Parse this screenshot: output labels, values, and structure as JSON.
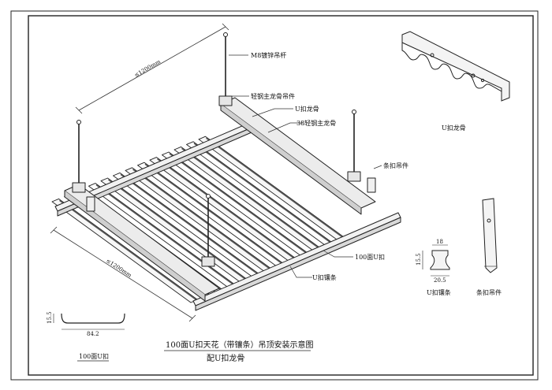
{
  "labels": {
    "rod": "M8镀锌吊杆",
    "main_hanger": "轻钢主龙骨吊件",
    "u_keel": "U扣龙骨",
    "main_keel": "38轻钢主龙骨",
    "strip_hanger": "条扣吊件",
    "panel_100": "100面U扣",
    "u_insert": "U扣镶条"
  },
  "dimensions": {
    "span_top": "≤1200mm",
    "span_bottom": "≤1200mm",
    "profile_height": "15.5",
    "profile_width": "84.2",
    "insert_top": "18",
    "insert_height": "15.5",
    "insert_bottom": "20.5"
  },
  "details": {
    "keel_caption": "U扣龙骨",
    "insert_caption": "U扣镶条",
    "hanger_caption": "条扣吊件",
    "profile_caption": "100面U扣"
  },
  "title": {
    "line1": "100面U扣天花（带镶条）吊顶安装示意图",
    "line2": "配U扣龙骨"
  }
}
